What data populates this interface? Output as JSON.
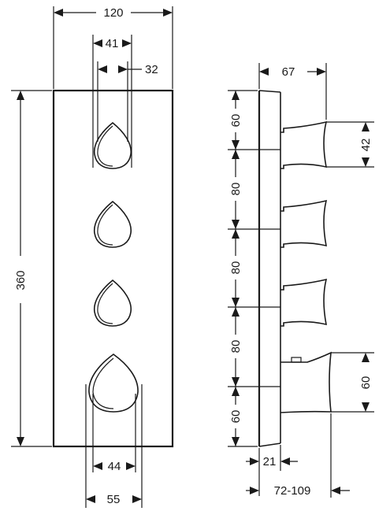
{
  "front_view": {
    "width_label": "120",
    "handle_width_label": "41",
    "handle_offset_label": "32",
    "height_label": "360",
    "bottom_handle_width_label": "44",
    "bottom_handle_outer_label": "55"
  },
  "side_view": {
    "depth_label": "67",
    "handle_height_label": "42",
    "segment_labels": [
      "60",
      "80",
      "80",
      "80",
      "60"
    ],
    "bottom_handle_height_label": "60",
    "wall_depth_label": "21",
    "install_range_label": "72-109"
  }
}
